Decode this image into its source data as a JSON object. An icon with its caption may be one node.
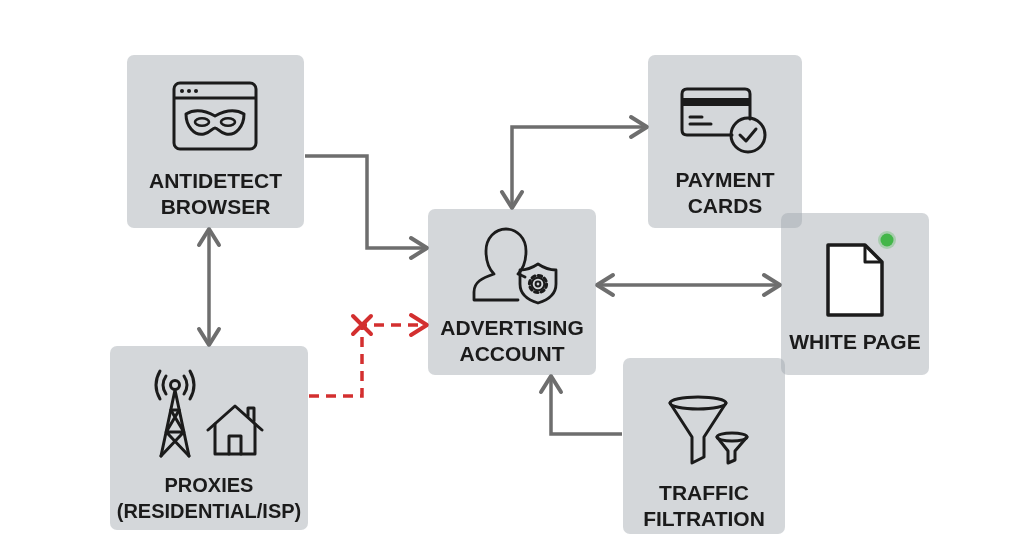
{
  "diagram": {
    "nodes": [
      {
        "text": [
          "ANTIDETECT BROWSER"
        ]
      },
      {
        "text": [
          "PROXIES (RESIDENTIAL/ISP)"
        ]
      },
      {
        "text": [
          "ADVERTISING ACCOUNT"
        ]
      },
      {
        "text": [
          "PAYMENT CARDS"
        ]
      },
      {
        "text": [
          "WHITE PAGE"
        ]
      },
      {
        "text": [
          "TRAFFIC FILTRATION"
        ]
      }
    ],
    "edges": [
      {
        "from": 0,
        "to": 2,
        "arrow": "to"
      },
      {
        "from": 0,
        "to": 1,
        "arrow": "both"
      },
      {
        "from": 1,
        "to": 2,
        "arrow": "to",
        "style": "dashed",
        "color": "#d32f2f"
      },
      {
        "from": 2,
        "to": 3,
        "arrow": "both"
      },
      {
        "from": 2,
        "to": 4,
        "arrow": "both"
      },
      {
        "from": 5,
        "to": 2,
        "arrow": "to"
      }
    ]
  }
}
